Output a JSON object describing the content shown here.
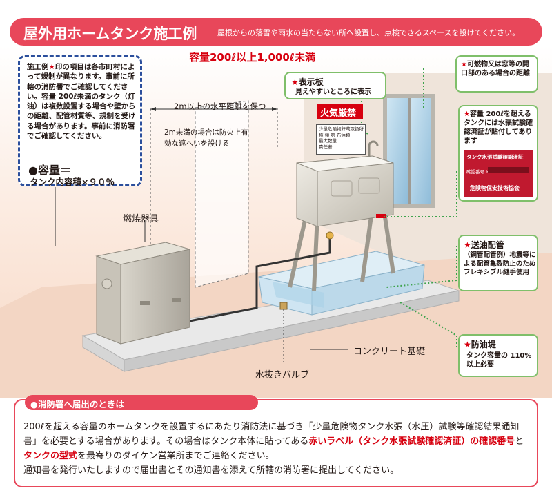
{
  "header": {
    "title": "屋外用ホームタンク施工例",
    "subtitle": "屋根からの落雪や雨水の当たらない所へ設置し、点検できるスペースを設けてください。"
  },
  "capacity_title": "容量200ℓ以上1,000ℓ未満",
  "note": {
    "prefix": "施工例",
    "star": "★",
    "text": "印の項目は各市町村によって規制が異なります。事前に所轄の消防署でご確認してください。容量 200ℓ未満のタンク（灯油）は複数設置する場合や壁からの距離、配管材質等、規制を受ける場合があります。事前に消防署でご確認してください。",
    "capacity_line1": "●容量＝",
    "capacity_line2": "タンク内容積×９０％"
  },
  "labels": {
    "horizontal_distance": "2m以上の水平距離を保つ",
    "fire_wall": "2m未満の場合は防火上有効な遮へいを設ける",
    "burner": "燃焼器具",
    "concrete": "コンクリート基礎",
    "drain_valve": "水抜きバルブ",
    "fire_strict": "火気厳禁",
    "sign_line1": "少量危険物貯蔵取扱所",
    "sign_line2": "種 類  第  石油類",
    "sign_line3": "最大数量",
    "sign_line4": "責任者"
  },
  "callouts": {
    "display_board": {
      "star": "★",
      "title": "表示板",
      "body": "見えやすいところに表示"
    },
    "window": {
      "star": "★",
      "body": "可燃物又は窓等の開口部のある場合の距離"
    },
    "certificate": {
      "star": "★",
      "body": "容量 200ℓを超えるタンクには水張試験確認済証が貼付してあります",
      "label_title": "タンク水張試験確認済証",
      "label_no": "確認番号 NO",
      "label_org": "危険物保安技術協会"
    },
    "oil_pipe": {
      "star": "★",
      "title": "送油配管",
      "body": "（鋼管配管例）地震等による配管亀裂防止のためフレキシブル継手使用"
    },
    "dike": {
      "star": "★",
      "title": "防油堤",
      "body": "タンク容量の 110%以上必要"
    }
  },
  "bottom": {
    "heading": "●消防署へ届出のときは",
    "p1": "200ℓを超える容量のホームタンクを設置するにあたり消防法に基づき「少量危険物タンク水張（水圧）試験等確認結果通知書」を必要とする場合があります。その場合はタンク本体に貼ってある",
    "red1": "赤いラベル（タンク水張試験確認済証）の確認番号",
    "and": "と",
    "red2": "タンクの型式",
    "p2": "を最寄りのダイケン営業所までご連絡ください。",
    "p3": "通知書を発行いたしますので届出書とその通知書を添えて所轄の消防署に提出してください。"
  },
  "colors": {
    "accent": "#e8475a",
    "navy": "#2b4e9c",
    "green": "#7fbf6a",
    "red": "#d7000f"
  }
}
